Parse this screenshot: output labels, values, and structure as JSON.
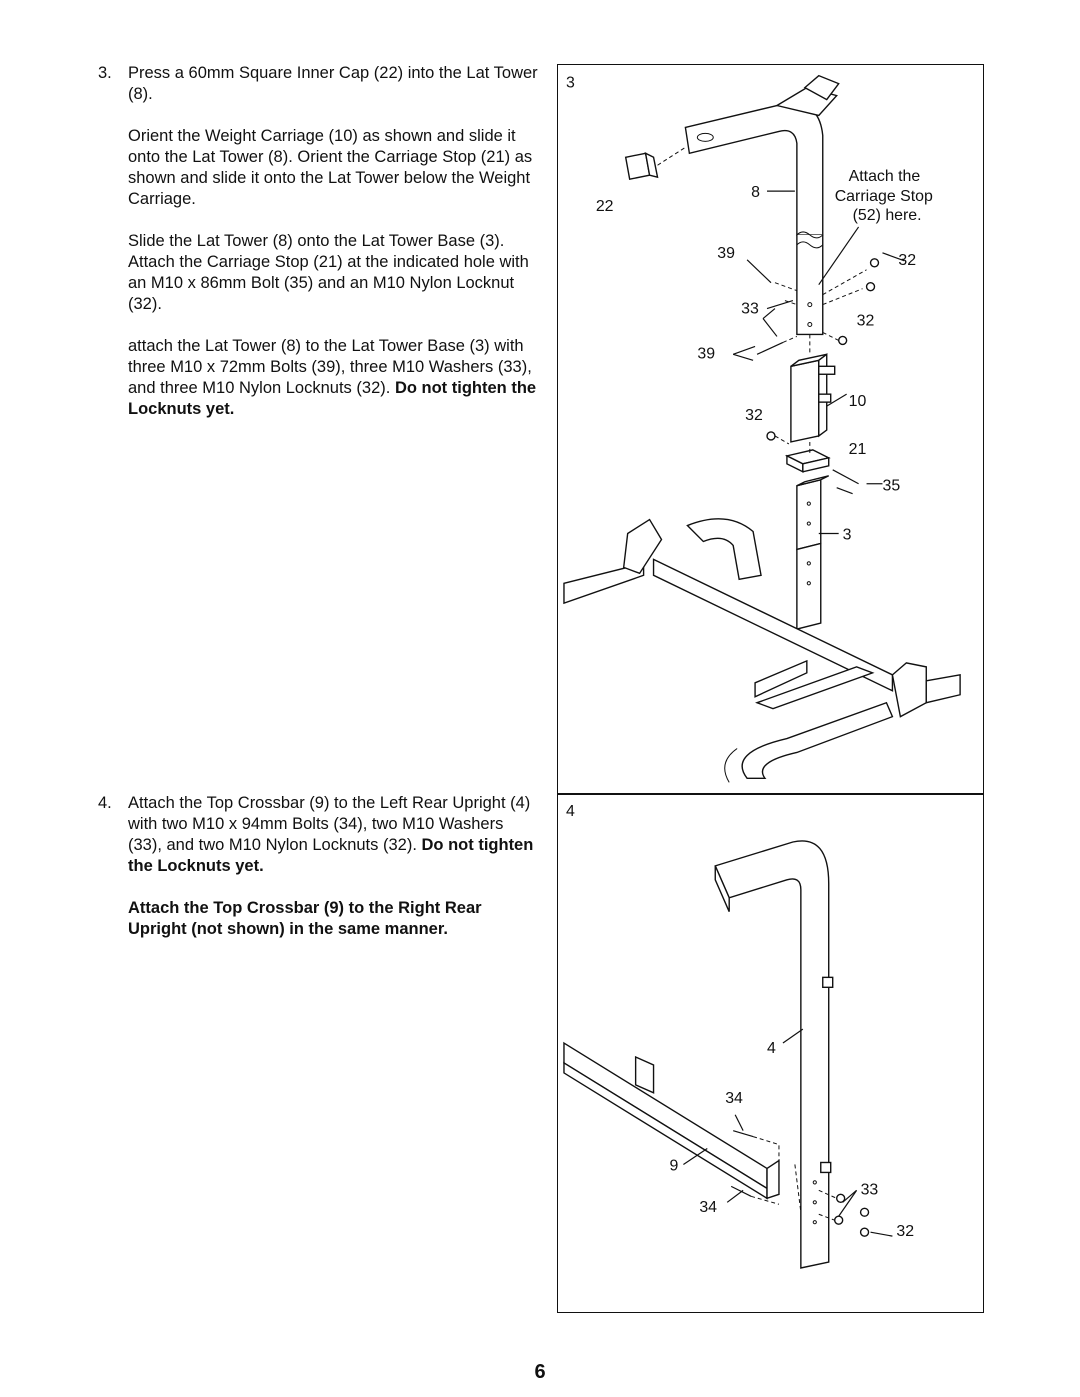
{
  "step3": {
    "number": "3.",
    "p1": "Press a 60mm Square Inner Cap (22) into the Lat Tower (8).",
    "p2": "Orient the Weight Carriage (10) as shown and slide it onto the Lat Tower (8). Orient the Carriage Stop (21) as shown and slide it onto the Lat Tower below the Weight Carriage.",
    "p3": "Slide the Lat Tower (8) onto the Lat Tower Base (3). Attach the Carriage Stop (21) at the indicated hole with an M10 x 86mm Bolt (35) and an M10 Nylon Locknut (32).",
    "p4": "attach the Lat Tower (8) to the Lat Tower Base (3) with three M10 x 72mm Bolts (39), three M10 Washers (33), and three M10 Nylon Locknuts",
    "p4_end": "(32).",
    "p4_bold": "Do not tighten the Locknuts yet."
  },
  "step4": {
    "number": "4.",
    "p1": "Attach the Top Crossbar (9) to the Left Rear Upright (4) with two M10 x 94mm Bolts (34), two M10 Washers (33), and two M10 Nylon Locknuts",
    "p1_end": "(32).",
    "p1_bold": "Do not tighten the Locknuts yet.",
    "p2_bold": "Attach the Top Crossbar (9) to the Right Rear Upright (not shown) in the same manner."
  },
  "figure3": {
    "step_label": "3",
    "note_line1": "Attach the",
    "note_line2": "Carriage Stop",
    "note_line3": "(52) here.",
    "labels": {
      "l22": "22",
      "l8": "8",
      "l39a": "39",
      "l32a": "32",
      "l33": "33",
      "l32b": "32",
      "l39b": "39",
      "l10": "10",
      "l32c": "32",
      "l21": "21",
      "l35": "35",
      "l3": "3"
    }
  },
  "figure4": {
    "step_label": "4",
    "labels": {
      "l4": "4",
      "l34a": "34",
      "l9": "9",
      "l33": "33",
      "l34b": "34",
      "l32": "32"
    }
  },
  "page_number": "6"
}
